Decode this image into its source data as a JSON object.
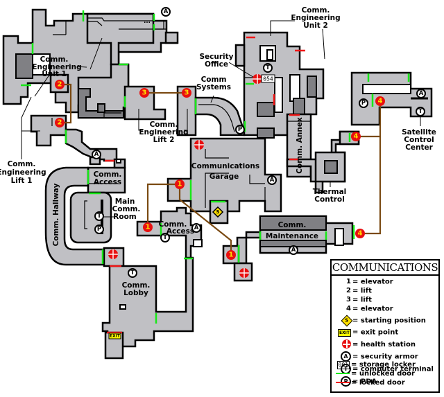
{
  "map_title": "COMMUNICATIONS",
  "colors": {
    "floor": "#c0c0c4",
    "dark_floor": "#808084",
    "unlocked_door": "#18e818",
    "locked_door": "#f01818",
    "lift_connector": "#7a4a12",
    "marker_red": "#e81010",
    "marker_number": "#ffe000"
  },
  "area_labels": {
    "eng_unit1": [
      "Comm.",
      "Engineering",
      "Unit 1"
    ],
    "eng_lift1": [
      "Comm.",
      "Engineering",
      "Lift 1"
    ],
    "eng_lift2": [
      "Comm.",
      "Engineering",
      "Lift 2"
    ],
    "comm_systems": [
      "Comm",
      "Systems"
    ],
    "security_office": [
      "Security",
      "Office"
    ],
    "eng_unit2": [
      "Comm.",
      "Engineering",
      "Unit 2"
    ],
    "satellite": [
      "Satellite",
      "Control",
      "Center"
    ],
    "comm_annex": "Comm. Annex",
    "thermal": [
      "Thermal",
      "Control"
    ],
    "garage": [
      "Communications",
      "Garage"
    ],
    "access_upper": [
      "Comm.",
      "Access"
    ],
    "access_lower": [
      "Comm.",
      "Access"
    ],
    "main_room": [
      "Main",
      "Comm.",
      "Room"
    ],
    "hallway": "Comm. Hallway",
    "maintenance": [
      "Comm.",
      "Maintenance"
    ],
    "lobby": [
      "Comm.",
      "Lobby"
    ]
  },
  "markers": {
    "elevator_1": "1",
    "lift_2": "2",
    "lift_3": "3",
    "elevator_4": "4",
    "armor": "A",
    "terminal": "T",
    "pda": "P",
    "start": "S",
    "exit": "EXIT",
    "locker_054": "054",
    "ellipsis": "..."
  },
  "legend": {
    "title": "COMMUNICATIONS",
    "items": [
      {
        "symbol": "1",
        "label": "= elevator"
      },
      {
        "symbol": "2",
        "label": "= lift"
      },
      {
        "symbol": "3",
        "label": "= lift"
      },
      {
        "symbol": "4",
        "label": "= elevator"
      },
      {
        "symbol": "S",
        "icon": "starting-position",
        "label": "= starting position"
      },
      {
        "symbol": "EXIT",
        "icon": "exit-point",
        "label": "= exit point"
      },
      {
        "symbol": "",
        "icon": "health-station",
        "label": "= health station"
      },
      {
        "symbol": "A",
        "icon": "security-armor",
        "label": "= security armor"
      },
      {
        "symbol": "T",
        "icon": "computer-terminal",
        "label": "= computer terminal"
      },
      {
        "symbol": "P",
        "icon": "pda",
        "label": "= PDA"
      },
      {
        "symbol": "001",
        "icon": "storage-locker",
        "label": "= storage locker"
      },
      {
        "symbol": "",
        "icon": "unlocked-door",
        "label": "= unlocked door"
      },
      {
        "symbol": "",
        "icon": "locked-door",
        "label": "= locked door"
      }
    ]
  }
}
